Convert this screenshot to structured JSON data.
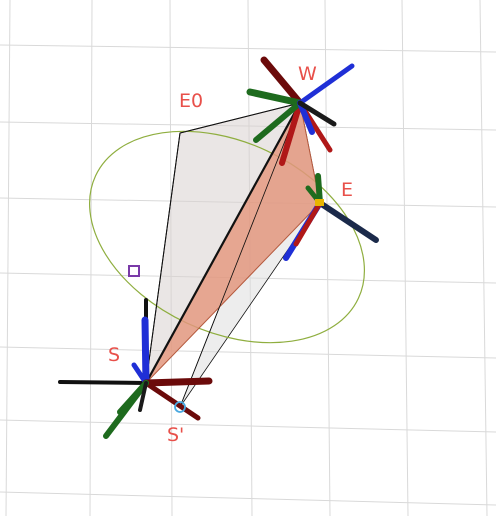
{
  "labels": {
    "w": "W",
    "e0": "E0",
    "e": "E",
    "s": "S",
    "s_prime": "S'"
  },
  "colors": {
    "background": "#ffffff",
    "grid": "#d9d9d9",
    "label": "#e8504a",
    "ellipse": "#8fae3f",
    "triangle_fill": "#e2967e",
    "triangle_stroke": "#b55a3e",
    "plane_fill": "#d8d2d0",
    "edge": "#111111",
    "axis_red": "#8b0a0a",
    "axis_green": "#1e6b1e",
    "axis_blue": "#1f2fd6",
    "axis_dark": "#1a1a1a",
    "axis_navy": "#1b2a4a",
    "marker_purple": "#7a3aa8",
    "marker_cyan": "#49a8e0",
    "marker_yellow": "#e7b400"
  },
  "icons": {
    "frame": "coordinate-frame-icon",
    "handle": "square-handle-icon"
  }
}
